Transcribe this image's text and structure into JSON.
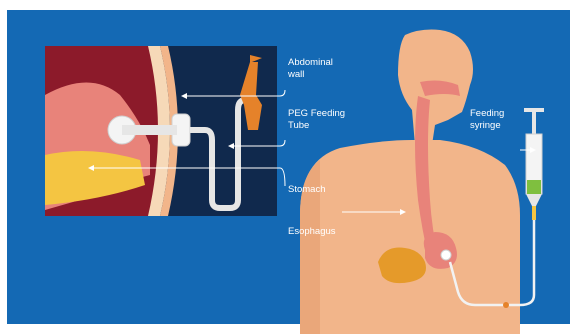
{
  "labels": {
    "abdominal_wall": [
      "Abdominal",
      "wall"
    ],
    "peg_tube": [
      "PEG Feeding",
      "Tube"
    ],
    "stomach": "Stomach",
    "esophagus": "Esophagus",
    "feeding_syringe": [
      "Feeding",
      "syringe"
    ]
  },
  "colors": {
    "background": "#1469b4",
    "inset_dark": "#10294d",
    "body_skin": "#f2b58a",
    "muscle_red": "#8c1a2a",
    "stomach_yellow": "#f4c542",
    "tube_orange": "#e5822a",
    "leader_line": "#ffffff"
  }
}
